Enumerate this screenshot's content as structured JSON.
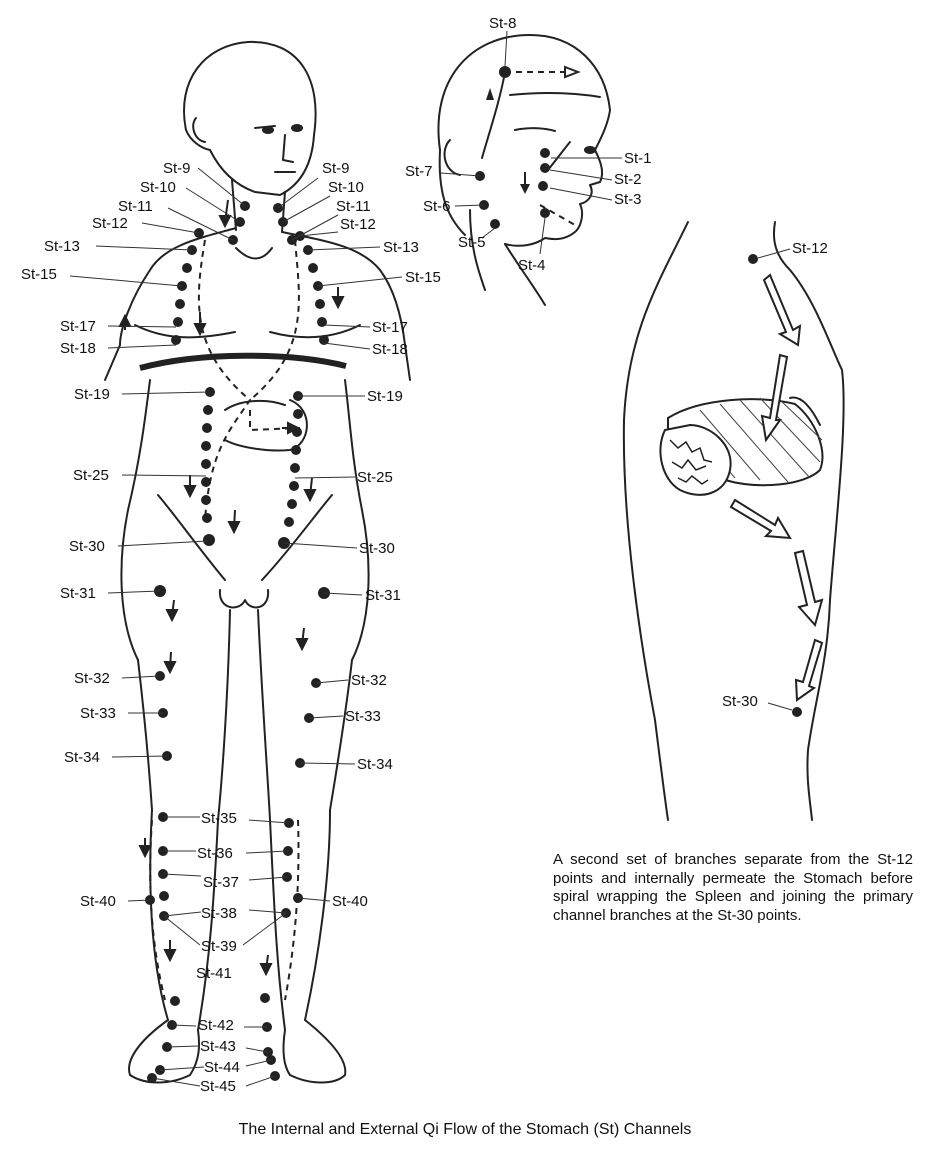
{
  "figure": {
    "caption": "The Internal and External Qi Flow of the Stomach (St) Channels",
    "description": "A second set of branches separate from the St-12 points and internally permeate the Stomach before spiral wrapping the Spleen and joining the primary channel branches at the St-30 points.",
    "head_labels": [
      "St-8",
      "St-1",
      "St-2",
      "St-3",
      "St-4",
      "St-5",
      "St-6",
      "St-7"
    ],
    "body_labels_left": [
      "St-9",
      "St-10",
      "St-11",
      "St-12",
      "St-13",
      "St-15",
      "St-17",
      "St-18",
      "St-19",
      "St-25",
      "St-30",
      "St-31",
      "St-32",
      "St-33",
      "St-34",
      "St-40"
    ],
    "body_labels_right": [
      "St-9",
      "St-10",
      "St-11",
      "St-12",
      "St-13",
      "St-15",
      "St-17",
      "St-18",
      "St-19",
      "St-25",
      "St-30",
      "St-31",
      "St-32",
      "St-33",
      "St-34",
      "St-40"
    ],
    "body_labels_center": [
      "St-35",
      "St-36",
      "St-37",
      "St-38",
      "St-39",
      "St-41",
      "St-42",
      "St-43",
      "St-44",
      "St-45"
    ],
    "side_labels": [
      "St-12",
      "St-30"
    ]
  }
}
